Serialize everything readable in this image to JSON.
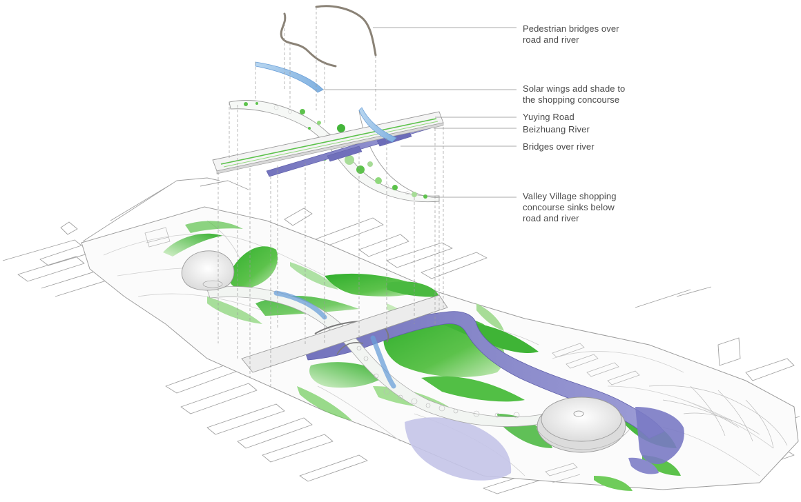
{
  "labels": {
    "pedestrian_bridges": [
      "Pedestrian bridges over",
      "road and river"
    ],
    "solar_wings": [
      "Solar wings add shade to",
      "the shopping concourse"
    ],
    "yuying_road": [
      "Yuying Road"
    ],
    "beizhuang_river": [
      "Beizhuang River"
    ],
    "bridges_over_river": [
      "Bridges over river"
    ],
    "valley_village": [
      "Valley Village shopping",
      "concourse sinks below",
      "road and river"
    ]
  },
  "colors": {
    "green": "#44b53a",
    "light_green": "#a7dc97",
    "river": "#8585c8",
    "river_light": "#c4c4e8",
    "solar": "#9cc3e6",
    "bridge": "#8a8276",
    "outline": "#9a9a9a",
    "leader": "#8c8c8c",
    "text": "#4a4a4a"
  }
}
